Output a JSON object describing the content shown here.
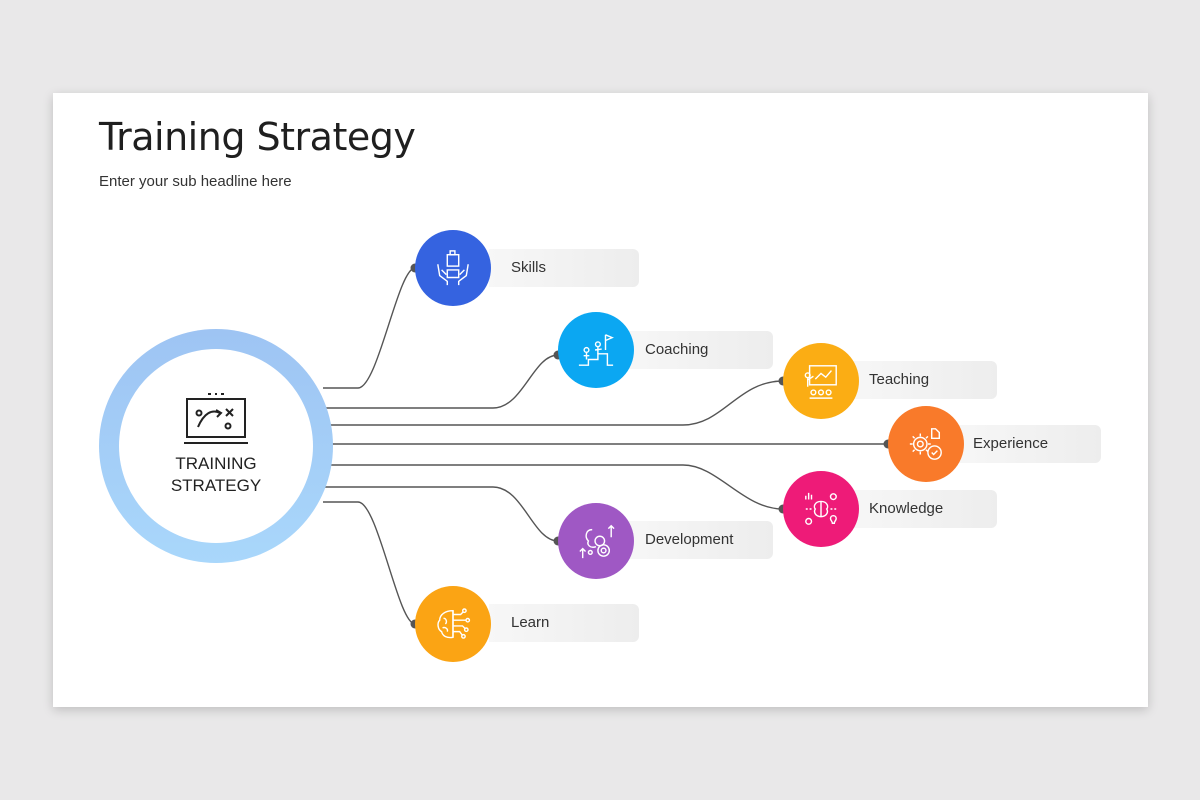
{
  "title": "Training Strategy",
  "subtitle": "Enter your sub headline here",
  "hub": {
    "line1": "TRAINING",
    "line2": "STRATEGY",
    "icon": "strategy-board-icon",
    "ring_color": "#a3cdf7"
  },
  "nodes": [
    {
      "label": "Skills",
      "color": "#3563e0",
      "icon": "hands-puzzle-icon"
    },
    {
      "label": "Coaching",
      "color": "#0ba7f2",
      "icon": "climb-flag-icon"
    },
    {
      "label": "Teaching",
      "color": "#fbad14",
      "icon": "presentation-icon"
    },
    {
      "label": "Experience",
      "color": "#f97a2a",
      "icon": "gear-check-icon"
    },
    {
      "label": "Knowledge",
      "color": "#ee1b78",
      "icon": "brain-bulb-icon"
    },
    {
      "label": "Development",
      "color": "#9f58c4",
      "icon": "growth-gears-icon"
    },
    {
      "label": "Learn",
      "color": "#fba414",
      "icon": "brain-circuit-icon"
    }
  ]
}
